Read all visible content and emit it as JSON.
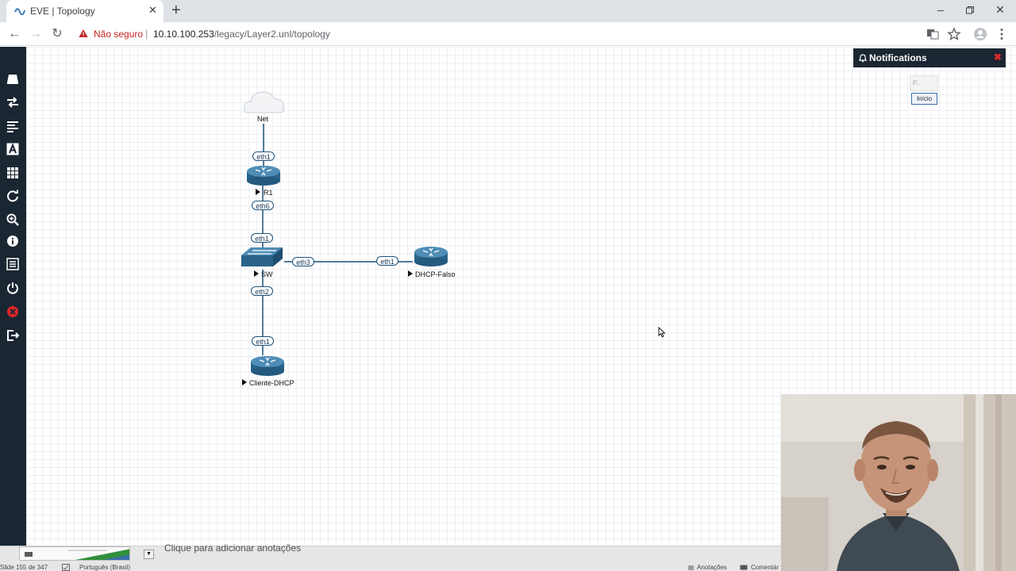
{
  "browser": {
    "tab": {
      "title": "EVE | Topology",
      "icon": "eve-logo-icon"
    },
    "address": {
      "security_label": "Não seguro",
      "host": "10.10.100.253",
      "path": "/legacy/Layer2.unl/topology"
    }
  },
  "sidebar": {
    "icons": [
      "node-icon",
      "network-icon",
      "startup-configs-icon",
      "text-icon",
      "grid-icon",
      "refresh-icon",
      "zoom-icon",
      "info-icon",
      "list-icon",
      "power-icon",
      "stop-all-icon",
      "logout-icon"
    ]
  },
  "topology": {
    "nodes": {
      "net": "Net",
      "r1": "R1",
      "sw": "SW",
      "dhcp_falso": "DHCP-Falso",
      "cliente_dhcp": "Cliente-DHCP"
    },
    "interfaces": {
      "net_r1": "eth1",
      "r1_sw": "eth6",
      "sw_from_r1": "eth1",
      "sw_to_dhcp": "eth3",
      "dhcp_from_sw": "eth1",
      "sw_to_client": "eth2",
      "client_from_sw": "eth1"
    }
  },
  "notifications": {
    "title": "Notifications",
    "mini_text": "P...",
    "button": "Início"
  },
  "powerpoint": {
    "notes_placeholder": "Clique para adicionar anotações",
    "slide_counter": "Slide 155 de 347",
    "language": "Português (Brasil)",
    "annotations": "Anotações",
    "comments": "Comentár"
  },
  "colors": {
    "sidebar": "#1a2632",
    "router_blue": "#2e6a92",
    "link_blue": "#1e5077",
    "warning_red": "#c5221f"
  }
}
